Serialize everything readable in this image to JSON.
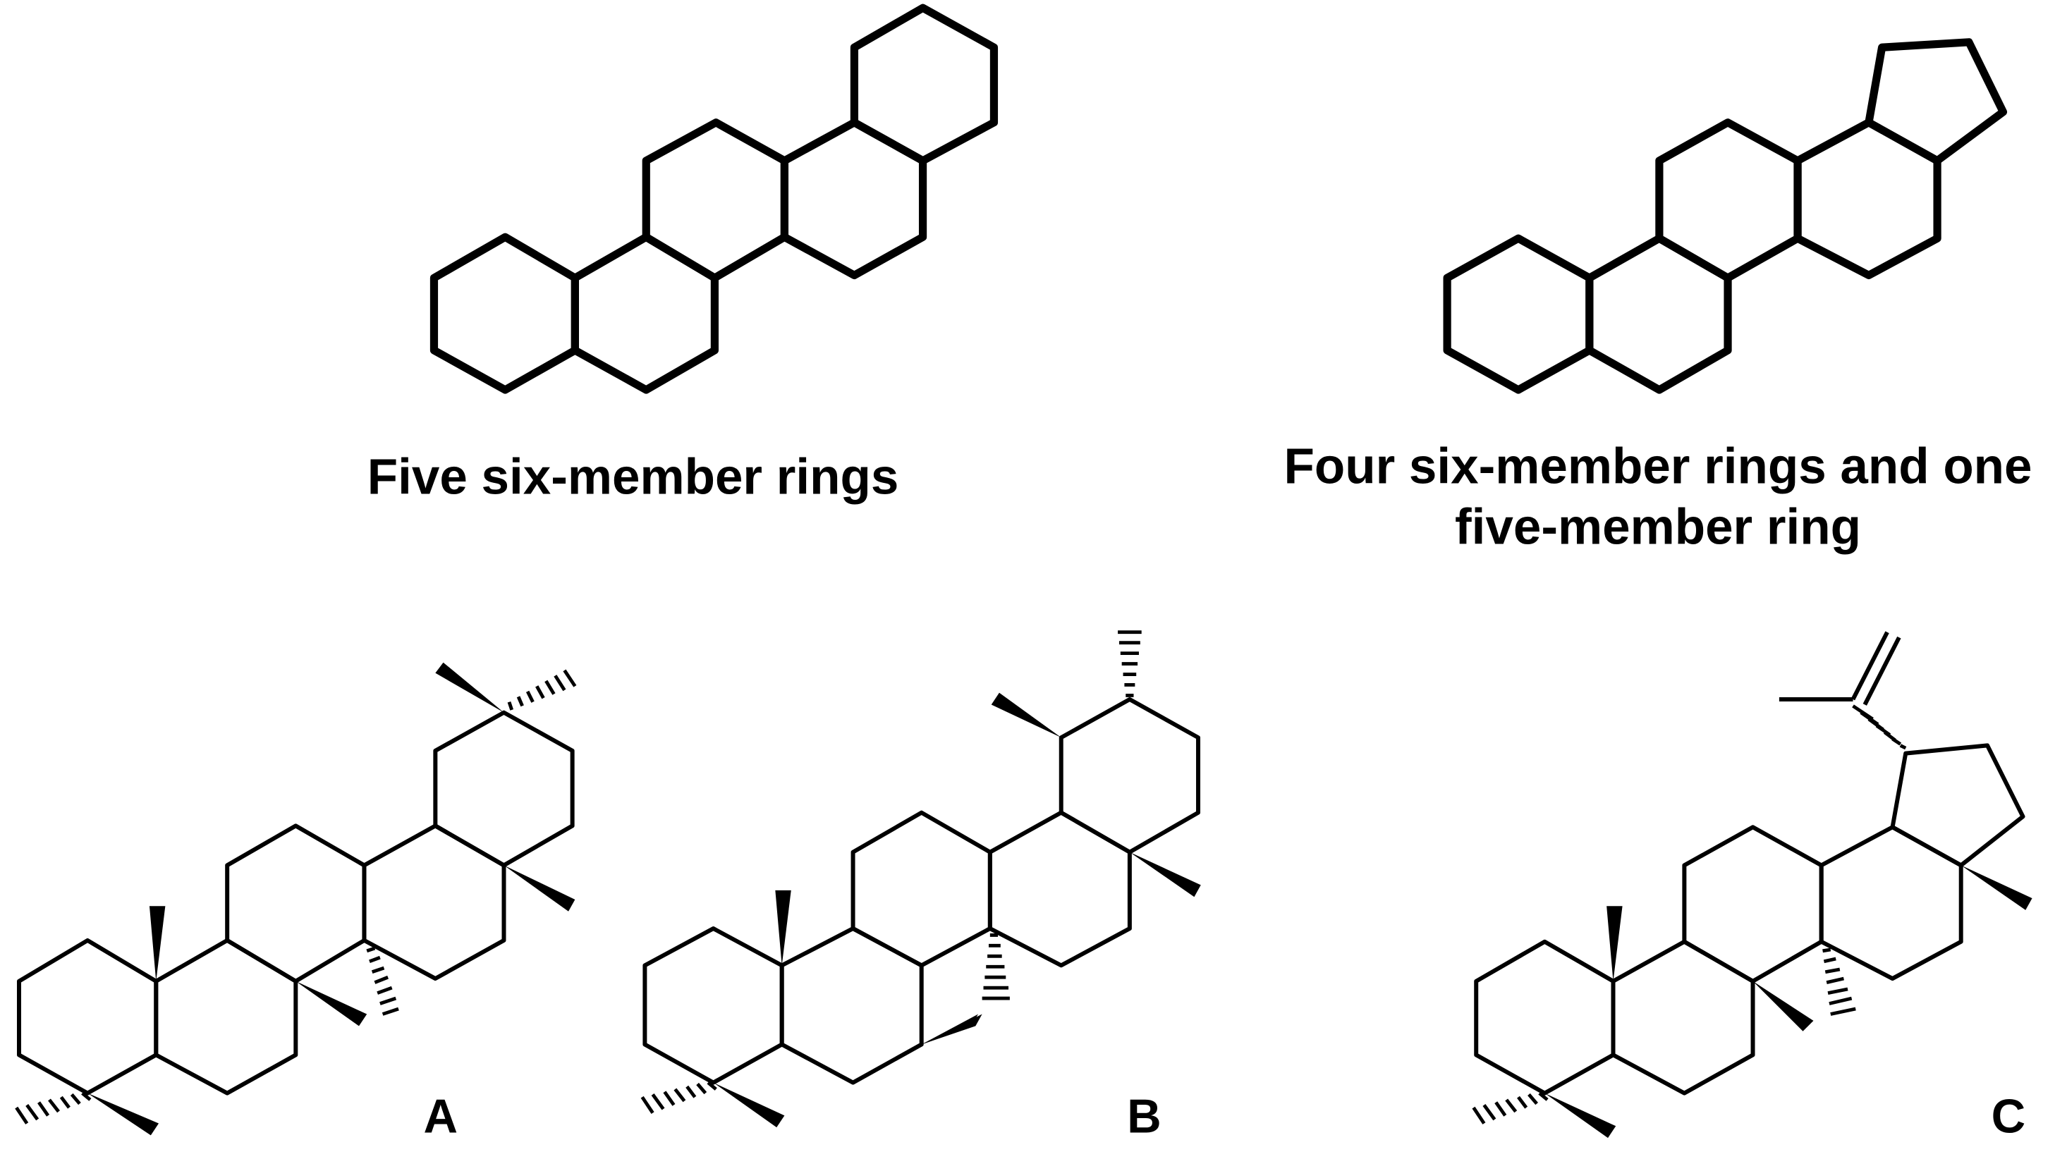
{
  "figure": {
    "top_left": {
      "caption": "Five six-member rings"
    },
    "top_right": {
      "caption_line1": "Four six-member rings and one",
      "caption_line2": "five-member ring"
    },
    "bottom": [
      {
        "label": "A"
      },
      {
        "label": "B"
      },
      {
        "label": "C"
      }
    ]
  },
  "colors": {
    "line": "#000000",
    "background": "#ffffff"
  }
}
